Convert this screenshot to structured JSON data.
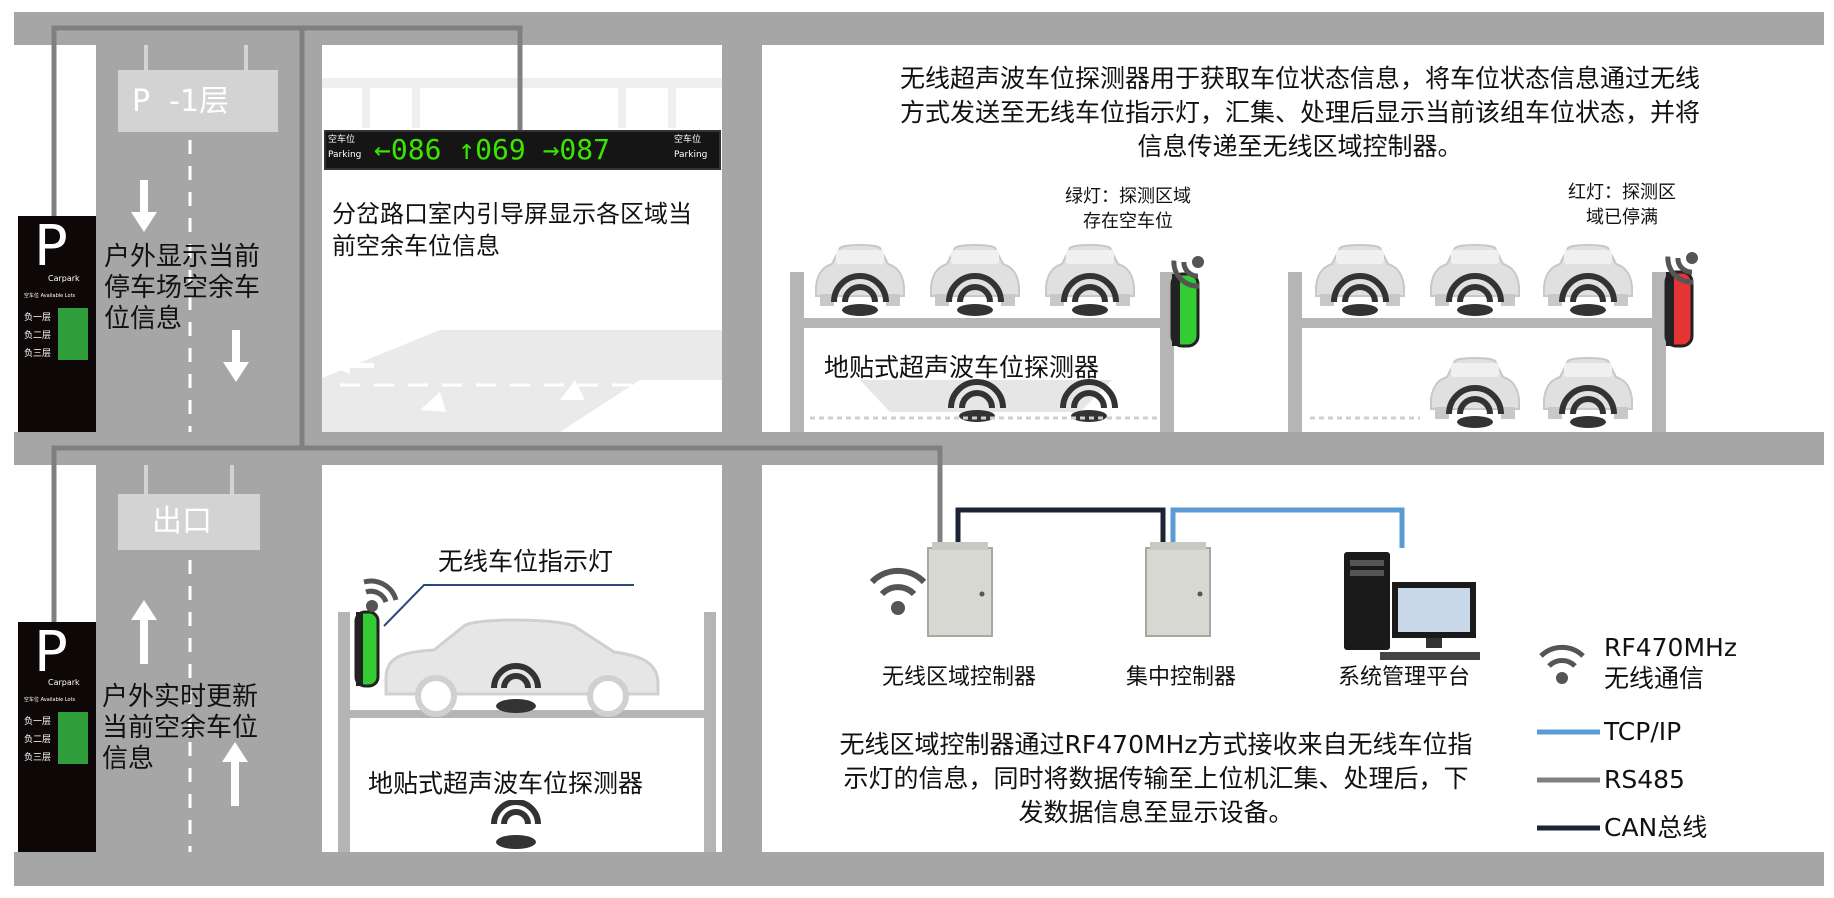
{
  "colors": {
    "structure": "#a6a6a6",
    "rs485": "#808080",
    "tcp_ip": "#5b9bd5",
    "can_bus": "#1c2333",
    "display_digits": "#39e600",
    "green_light": "#33cc33",
    "red_light": "#e63333"
  },
  "top_left": {
    "floor_sign": "P  -1层",
    "outdoor_text": "户外显示当前停车场空余车位信息"
  },
  "outdoor_sign": {
    "letter": "P",
    "brand": "Carpark",
    "caption": "空车位  Available Lots",
    "levels": [
      "负一层",
      "负二层",
      "负三层"
    ]
  },
  "guide_screen": {
    "left_tag_top": "空车位",
    "left_tag_bottom": "Parking",
    "readout": "←086 ↑069 →087",
    "right_tag_top": "空车位",
    "right_tag_bottom": "Parking",
    "description": "分岔路口室内引导屏显示各区域当前空余车位信息"
  },
  "top_right": {
    "description": "无线超声波车位探测器用于获取车位状态信息，将车位状态信息通过无线方式发送至无线车位指示灯，汇集、处理后显示当前该组车位状态，并将信息传递至无线区域控制器。",
    "green_note": "绿灯：探测区域存在空车位",
    "red_note": "红灯：探测区域已停满",
    "detector_label": "地贴式超声波车位探测器"
  },
  "bottom_left": {
    "exit_sign": "出口",
    "outdoor_text": "户外实时更新当前空余车位信息"
  },
  "bottom_mid": {
    "indicator_label": "无线车位指示灯",
    "detector_label": "地贴式超声波车位探测器"
  },
  "network": {
    "wireless_controller": "无线区域控制器",
    "central_controller": "集中控制器",
    "platform": "系统管理平台",
    "description": "无线区域控制器通过RF470MHz方式接收来自无线车位指示灯的信息，同时将数据传输至上位机汇集、处理后，下发数据信息至显示设备。"
  },
  "legend": {
    "rf": "RF470MHz无线通信",
    "tcp": "TCP/IP",
    "rs485": "RS485",
    "can": "CAN总线"
  }
}
